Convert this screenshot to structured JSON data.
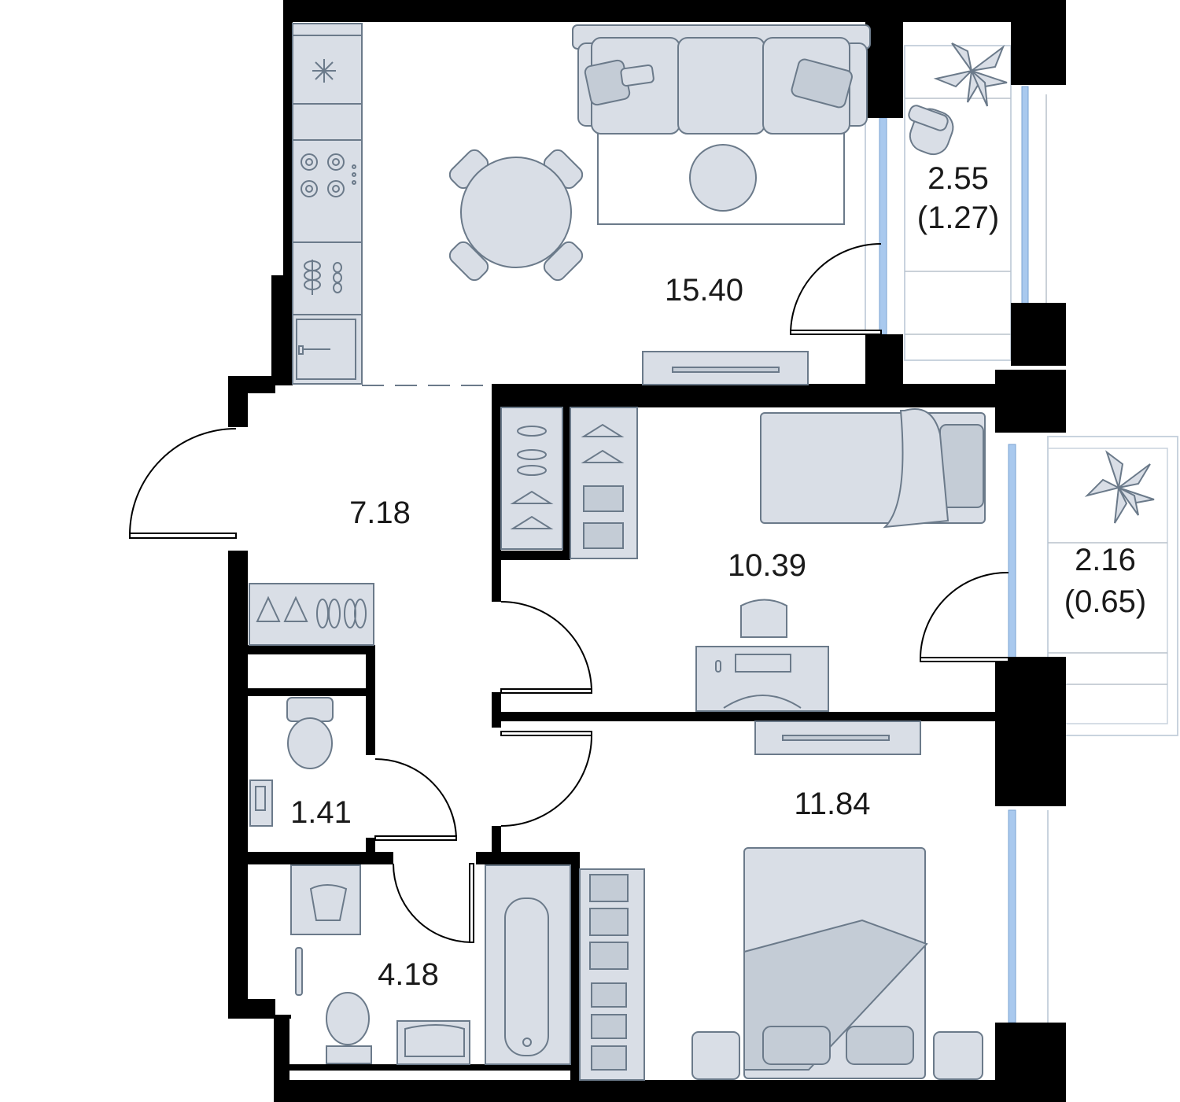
{
  "rooms": {
    "living_kitchen": {
      "area": "15.40"
    },
    "loggia_top": {
      "area": "2.55",
      "reduced": "(1.27)"
    },
    "hallway": {
      "area": "7.18"
    },
    "bedroom_small": {
      "area": "10.39"
    },
    "balcony_right": {
      "area": "2.16",
      "reduced": "(0.65)"
    },
    "toilet": {
      "area": "1.41"
    },
    "bedroom_large": {
      "area": "11.84"
    },
    "bathroom": {
      "area": "4.18"
    }
  },
  "colors": {
    "wall": "#000000",
    "furniture_fill": "#d9dee6",
    "furniture_stroke": "#6b7a8a",
    "glass": "#a9c9ee"
  }
}
